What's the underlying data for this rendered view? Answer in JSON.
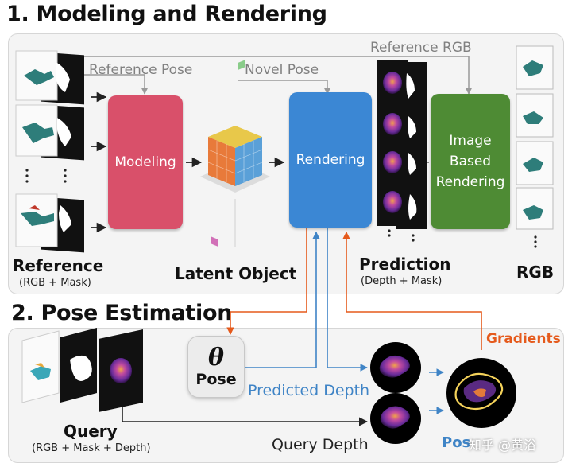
{
  "section1": {
    "title": "1. Modeling and Rendering"
  },
  "section2": {
    "title": "2. Pose Estimation"
  },
  "labels": {
    "reference_pose": "Reference Pose",
    "novel_pose": "Novel Pose",
    "reference_rgb": "Reference RGB",
    "predicted_depth": "Predicted Depth",
    "query_depth": "Query Depth",
    "gradients": "Gradients",
    "pose_error_partial": "Pos"
  },
  "modules": {
    "modeling": "Modeling",
    "rendering": "Rendering",
    "ibr_line1": "Image",
    "ibr_line2": "Based",
    "ibr_line3": "Rendering"
  },
  "captions": {
    "reference": "Reference",
    "reference_sub": "(RGB + Mask)",
    "latent": "Latent Object",
    "prediction": "Prediction",
    "prediction_sub": "(Depth + Mask)",
    "rgb": "RGB",
    "query": "Query",
    "query_sub": "(RGB + Mask + Depth)"
  },
  "pose": {
    "symbol": "θ",
    "label": "Pose"
  },
  "watermark": "知乎 @黄浴",
  "colors": {
    "modeling": "#d9506a",
    "rendering": "#3b87d4",
    "ibr": "#4e8b34",
    "arrow_blue": "#3f84c6",
    "arrow_orange": "#e55a1c",
    "arrow_gray": "#9a9a9a"
  },
  "icons": [
    "arrow-icon",
    "cube-icon",
    "ellipsis-icon"
  ]
}
